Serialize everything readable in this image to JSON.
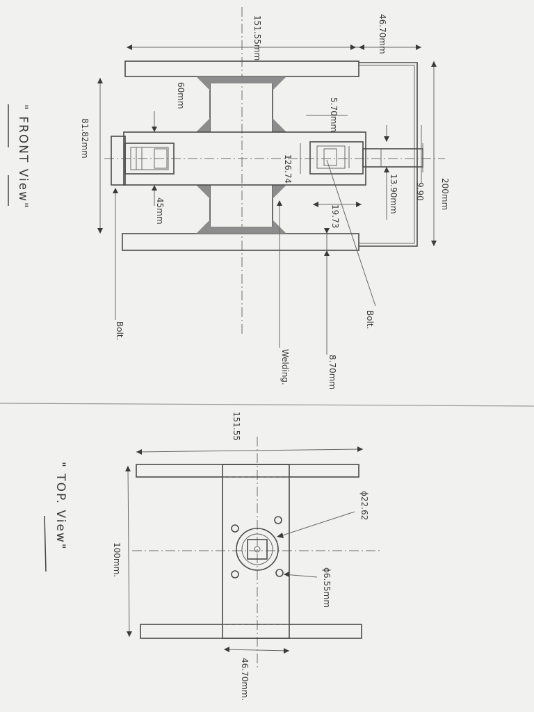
{
  "titles": {
    "front": "\" FRONT View\"",
    "top": "\" TOP. View\""
  },
  "front_dims": {
    "overall_width": "151.55mm",
    "top_gap": "46.70mm",
    "height": "81.82mm",
    "hub_upper": "60mm",
    "hub_lower": "45mm",
    "bolt_head": "5.70mm",
    "center_offset": "126.74",
    "bolt_length": "19.73",
    "shaft_dia": "13.90mm",
    "shaft_small": "9.90",
    "right_height": "200mm",
    "plate_thk": "8.70mm"
  },
  "front_labels": {
    "bolt_left": "Bolt.",
    "bolt_right": "Bolt.",
    "welding": "Welding."
  },
  "top_dims": {
    "width": "151.55",
    "height": "100mm.",
    "center_hole": "ϕ22.62",
    "small_hole": "ϕ6.55mm",
    "bottom_width": "46.70mm."
  }
}
